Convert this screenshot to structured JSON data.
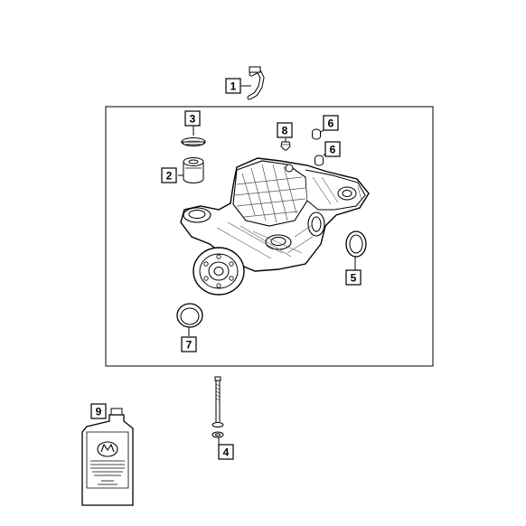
{
  "callouts": [
    {
      "id": "1",
      "label": "1"
    },
    {
      "id": "2",
      "label": "2"
    },
    {
      "id": "3",
      "label": "3"
    },
    {
      "id": "4",
      "label": "4"
    },
    {
      "id": "5",
      "label": "5"
    },
    {
      "id": "6a",
      "label": "6"
    },
    {
      "id": "6b",
      "label": "6"
    },
    {
      "id": "7",
      "label": "7"
    },
    {
      "id": "8",
      "label": "8"
    },
    {
      "id": "9",
      "label": "9"
    }
  ],
  "colors": {
    "line": "#000000",
    "background": "#ffffff",
    "hatch": "#555555"
  }
}
